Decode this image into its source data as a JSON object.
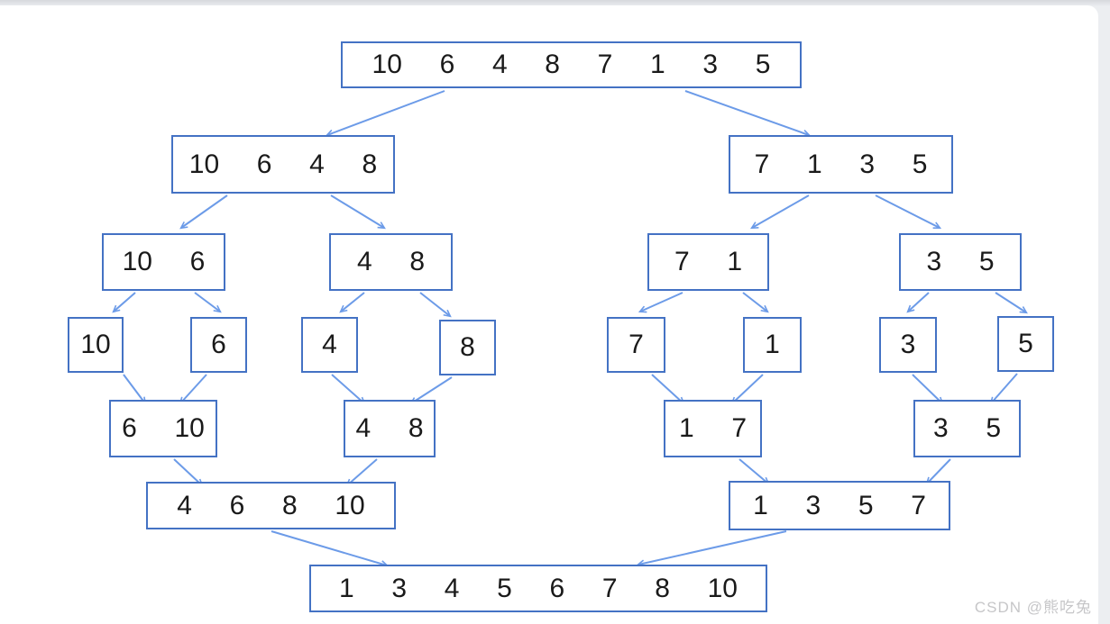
{
  "diagram": {
    "name": "merge-sort-divide-and-merge",
    "nodes": {
      "root": [
        10,
        6,
        4,
        8,
        7,
        1,
        3,
        5
      ],
      "left_half": [
        10,
        6,
        4,
        8
      ],
      "right_half": [
        7,
        1,
        3,
        5
      ],
      "pair_10_6": [
        10,
        6
      ],
      "pair_4_8": [
        4,
        8
      ],
      "pair_7_1": [
        7,
        1
      ],
      "pair_3_5": [
        3,
        5
      ],
      "leaf_10": [
        10
      ],
      "leaf_6": [
        6
      ],
      "leaf_4": [
        4
      ],
      "leaf_8": [
        8
      ],
      "leaf_7": [
        7
      ],
      "leaf_1": [
        1
      ],
      "leaf_3": [
        3
      ],
      "leaf_5": [
        5
      ],
      "merge_6_10": [
        6,
        10
      ],
      "merge_4_8": [
        4,
        8
      ],
      "merge_1_7": [
        1,
        7
      ],
      "merge_3_5": [
        3,
        5
      ],
      "left_sorted": [
        4,
        6,
        8,
        10
      ],
      "right_sorted": [
        1,
        3,
        5,
        7
      ],
      "result": [
        1,
        3,
        4,
        5,
        6,
        7,
        8,
        10
      ]
    }
  },
  "watermark": "CSDN @熊吃兔",
  "colors": {
    "box_border": "#4472C4",
    "arrow": "#6C9BE8",
    "text": "#1a1a1a",
    "frame": "#eceef1",
    "watermark": "#c6c6c8"
  }
}
